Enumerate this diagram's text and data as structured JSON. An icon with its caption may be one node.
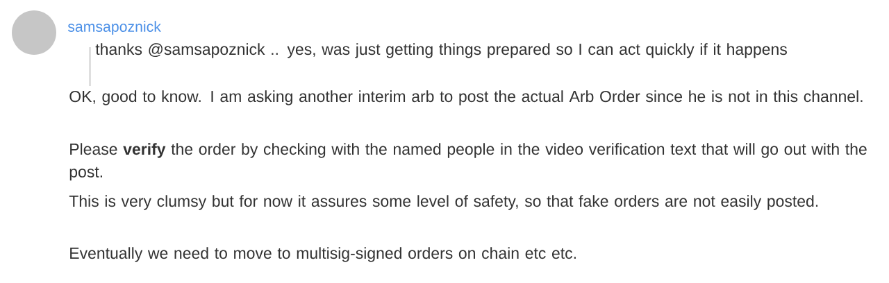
{
  "diagram": {
    "labels": [
      "samsapoznick",
      "thanks @samsapoznick .. yes, was just getting things prepared so I can act quickly if it happens",
      "OK, good to know. I am asking another interim arb to post the actual Arb Order since he is not in this channel.",
      "Please **verify** the order by checking with the named people in the video verification text that will go out with the post.",
      "This is very clumsy but for now it assures some level of safety, so that fake orders are not easily posted.",
      "Eventually we need to move to multisig-signed orders on chain etc etc."
    ]
  }
}
